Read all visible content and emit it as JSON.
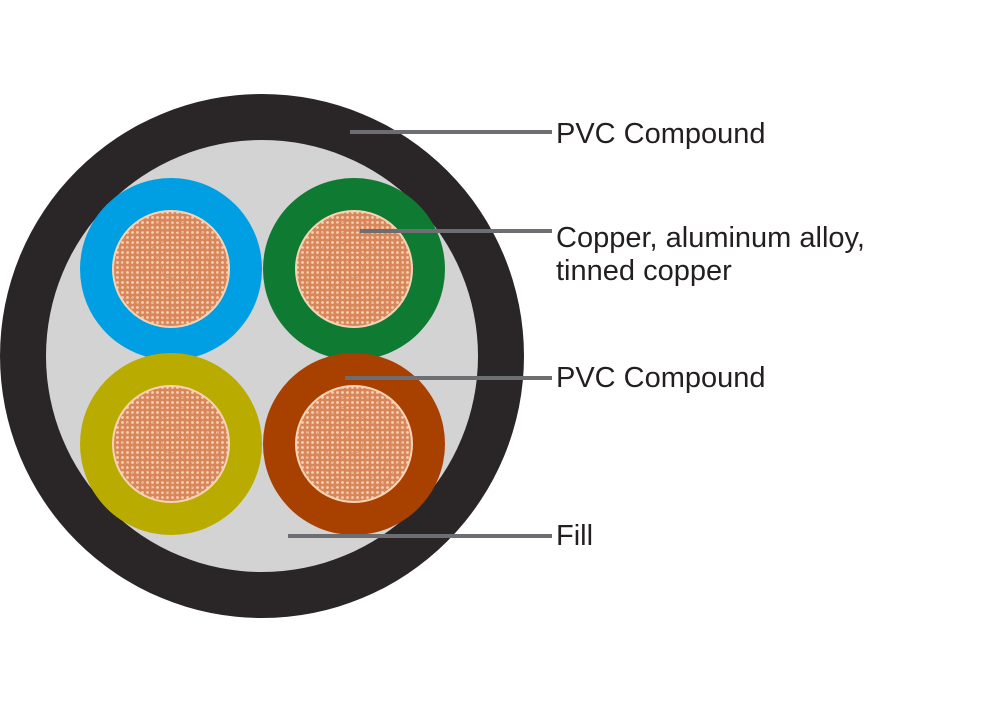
{
  "callouts": {
    "sheath": {
      "text": "PVC Compound"
    },
    "conductor": {
      "line1": "Copper, aluminum alloy,",
      "line2": "tinned copper"
    },
    "insulation": {
      "text": "PVC Compound"
    },
    "fill": {
      "text": "Fill"
    }
  },
  "colors": {
    "sheath": "#2a2526",
    "fill": "#d3d3d3",
    "leader": "#6d6e71",
    "copper": "#d9875a",
    "copper_strand": "#f6d3b6",
    "core_blue": "#009fe3",
    "core_green": "#0f7a32",
    "core_yellow": "#b9ab00",
    "core_brown": "#a84000"
  },
  "cores": [
    {
      "name": "core-blue",
      "color_key": "core_blue"
    },
    {
      "name": "core-green",
      "color_key": "core_green"
    },
    {
      "name": "core-yellow",
      "color_key": "core_yellow"
    },
    {
      "name": "core-brown",
      "color_key": "core_brown"
    }
  ]
}
